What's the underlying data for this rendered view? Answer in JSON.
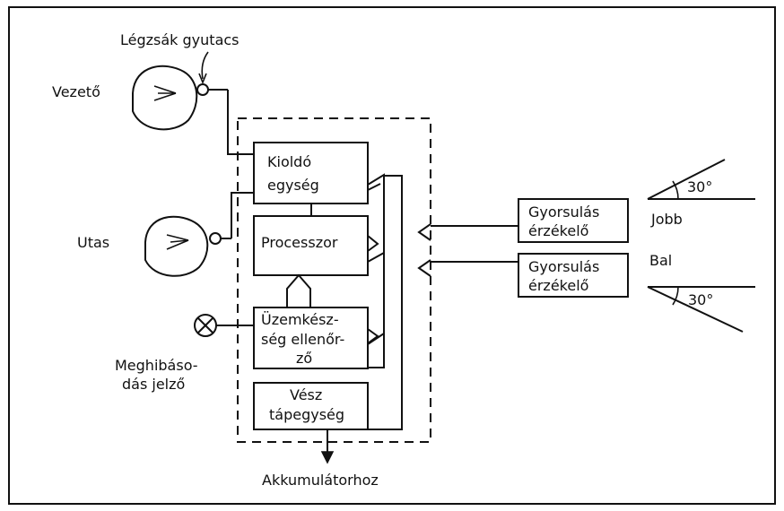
{
  "labels": {
    "legzsak_gyutacs": "Légzsák gyutacs",
    "vezeto": "Vezető",
    "utas": "Utas",
    "kiold_line1": "Kioldó",
    "kiold_line2": "egység",
    "processzor": "Processzor",
    "uzem_line1": "Üzemkész-",
    "uzem_line2": "ség ellenőr-",
    "uzem_line3": "ző",
    "vesz_line1": "Vész",
    "vesz_line2": "tápegység",
    "meghib_line1": "Meghibáso-",
    "meghib_line2": "dás jelző",
    "akkumulatorhoz": "Akkumulátorhoz",
    "gyors1_line1": "Gyorsulás",
    "gyors1_line2": "érzékelő",
    "gyors2_line1": "Gyorsulás",
    "gyors2_line2": "érzékelő",
    "jobb": "Jobb",
    "bal": "Bal",
    "angle_top": "30°",
    "angle_bottom": "30°"
  },
  "colors": {
    "ink": "#111111",
    "background": "#ffffff"
  },
  "icons": {
    "airbag_driver": "airbag-head-icon",
    "airbag_passenger": "airbag-head-icon",
    "fault_lamp": "lamp-cross-icon"
  }
}
